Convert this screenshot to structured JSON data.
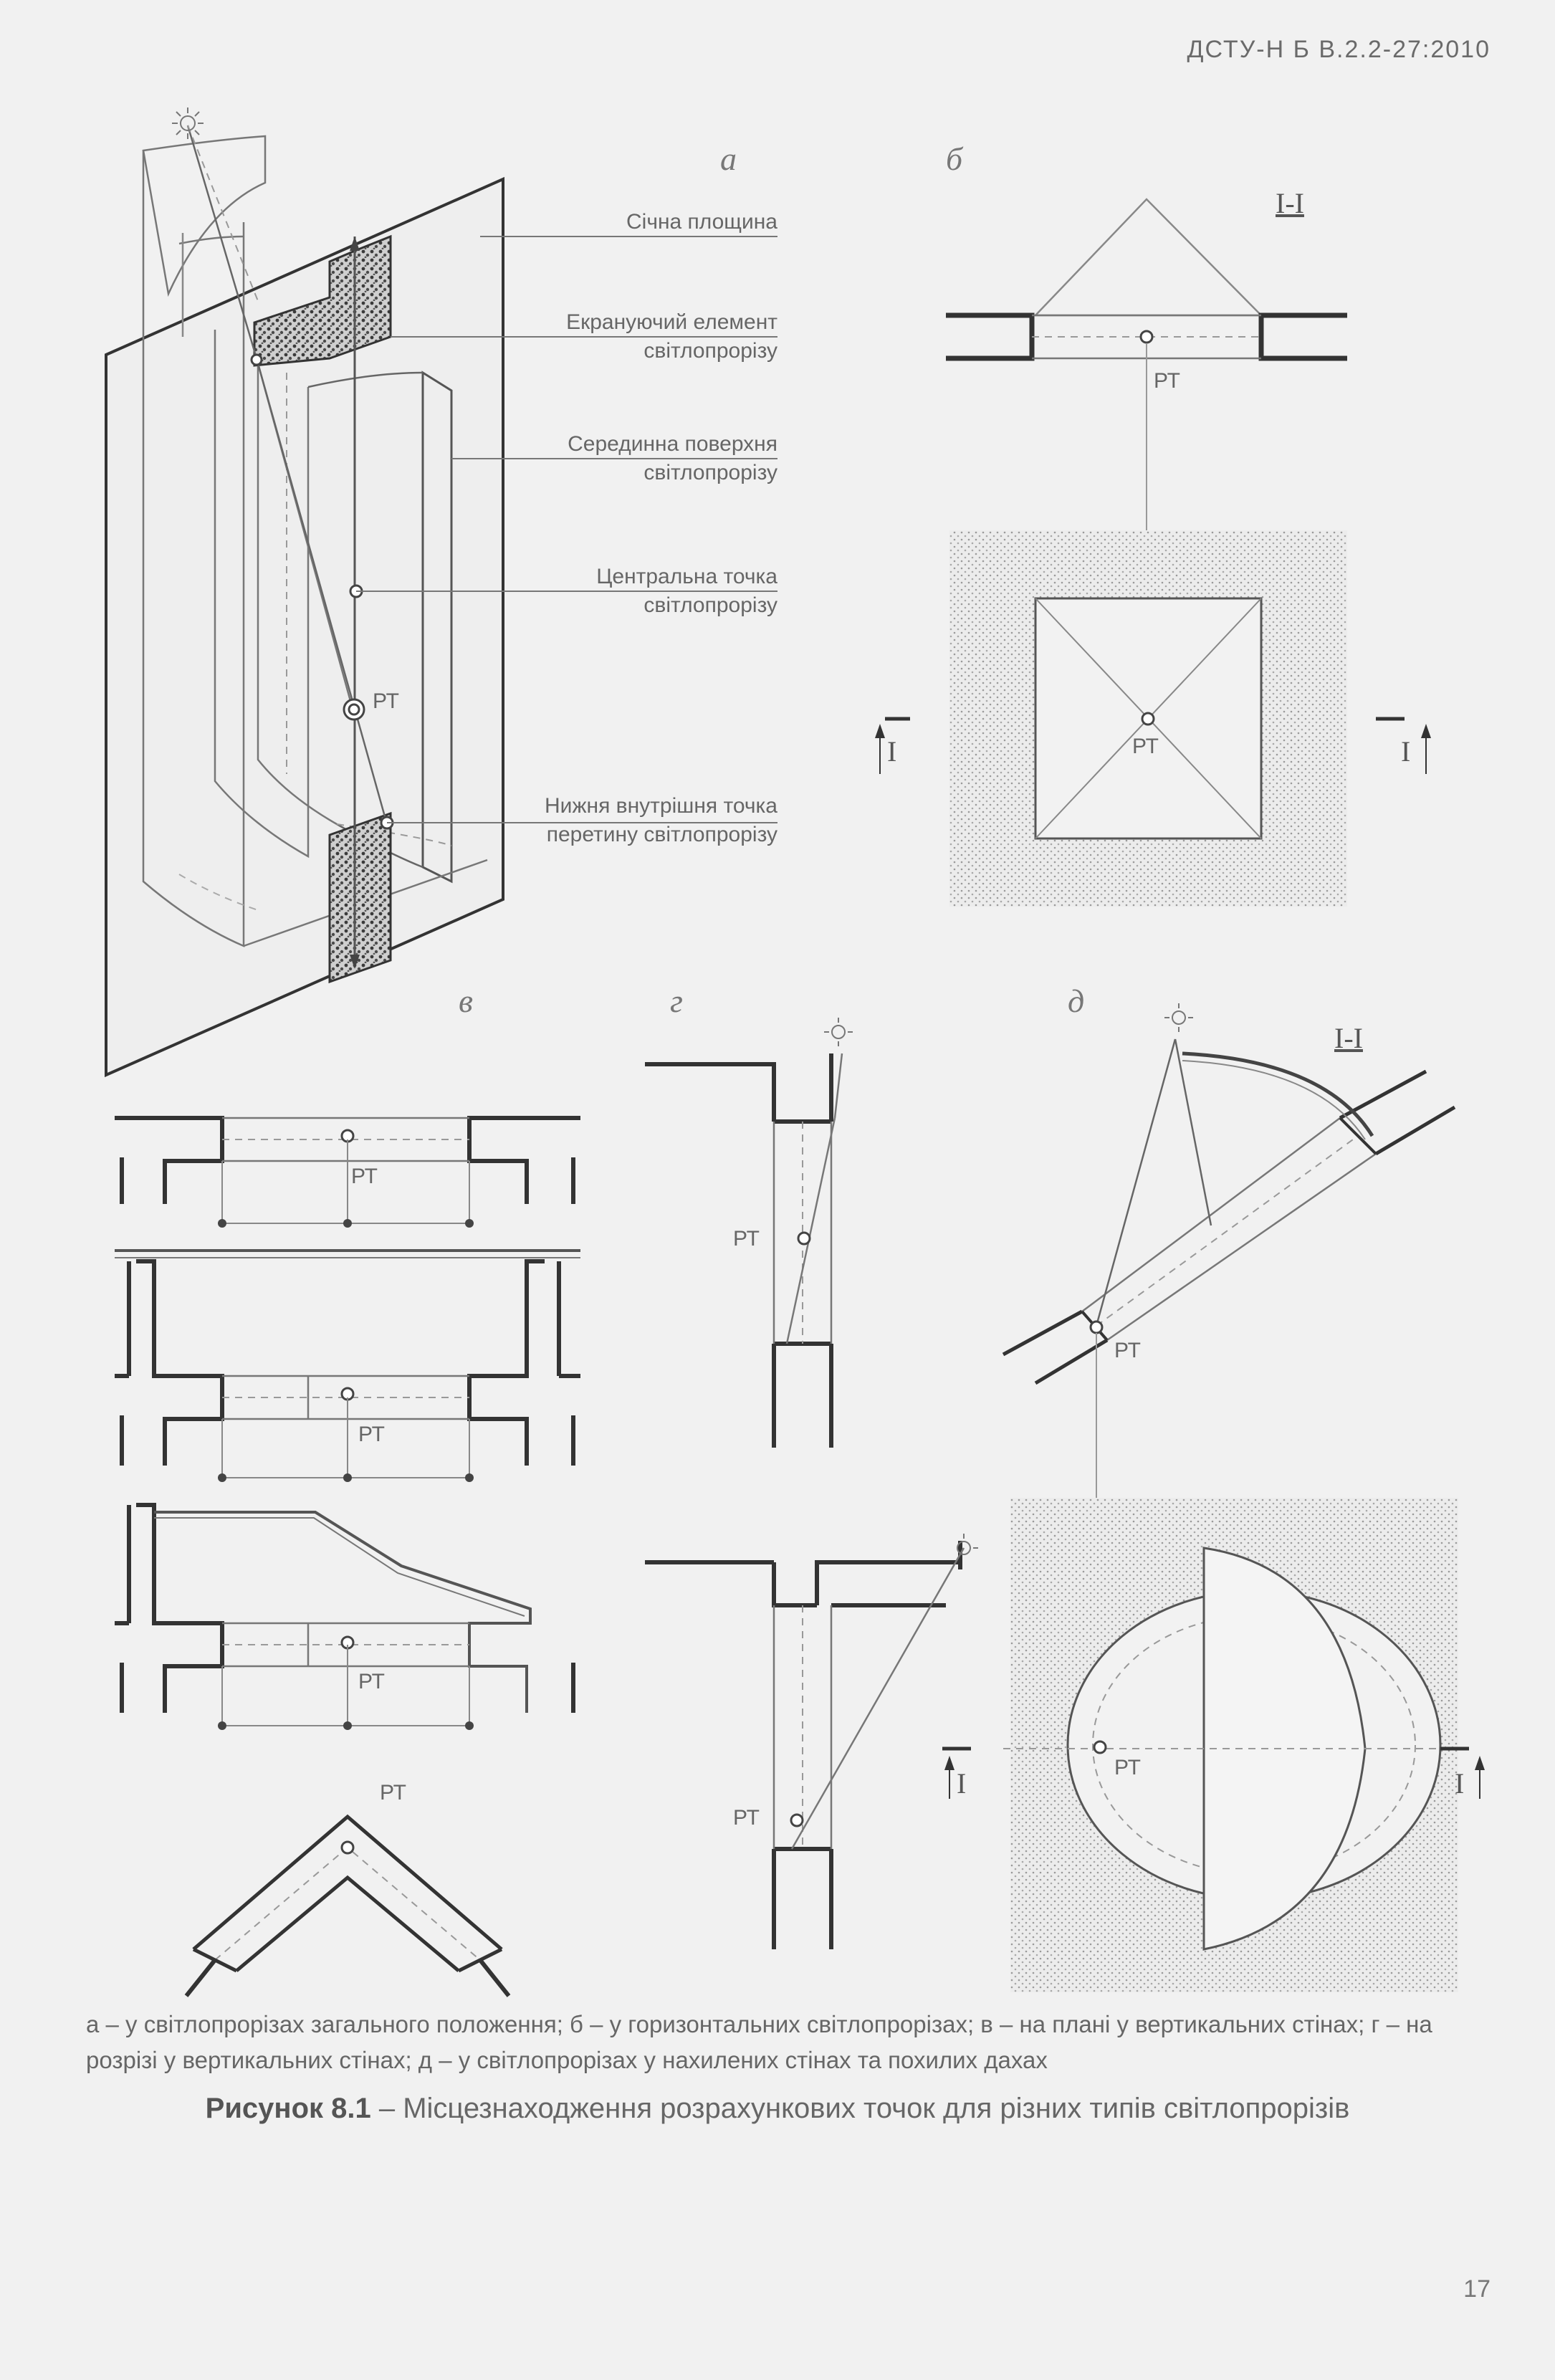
{
  "header": {
    "doc_code": "ДСТУ-Н Б В.2.2-27:2010"
  },
  "figure": {
    "panel_letters": {
      "a": "а",
      "b": "б",
      "v": "в",
      "g": "г",
      "d": "д"
    },
    "callouts": {
      "secant_plane": "Січна площина",
      "shielding_element": [
        "Екрануючий елемент",
        "світлопрорізу"
      ],
      "middle_surface": [
        "Серединна поверхня",
        "світлопрорізу"
      ],
      "central_point": [
        "Центральна точка",
        "світлопрорізу"
      ],
      "lower_inner_point": [
        "Нижня внутрішня точка",
        "перетину світлопрорізу"
      ]
    },
    "point_label": "РТ",
    "section_label": "І-І",
    "section_mark": "І"
  },
  "legend_text": "а – у світлопрорізах загального положення; б – у горизонтальних світлопрорізах; в – на плані у вертикальних стінах; г – на розрізі у вертикальних стінах; д – у світлопрорізах у нахилених стінах та похилих дахах",
  "caption": {
    "label": "Рисунок 8.1",
    "text": " – Місцезнаходження розрахункових точок для різних типів світлопрорізів"
  },
  "page_number": "17"
}
